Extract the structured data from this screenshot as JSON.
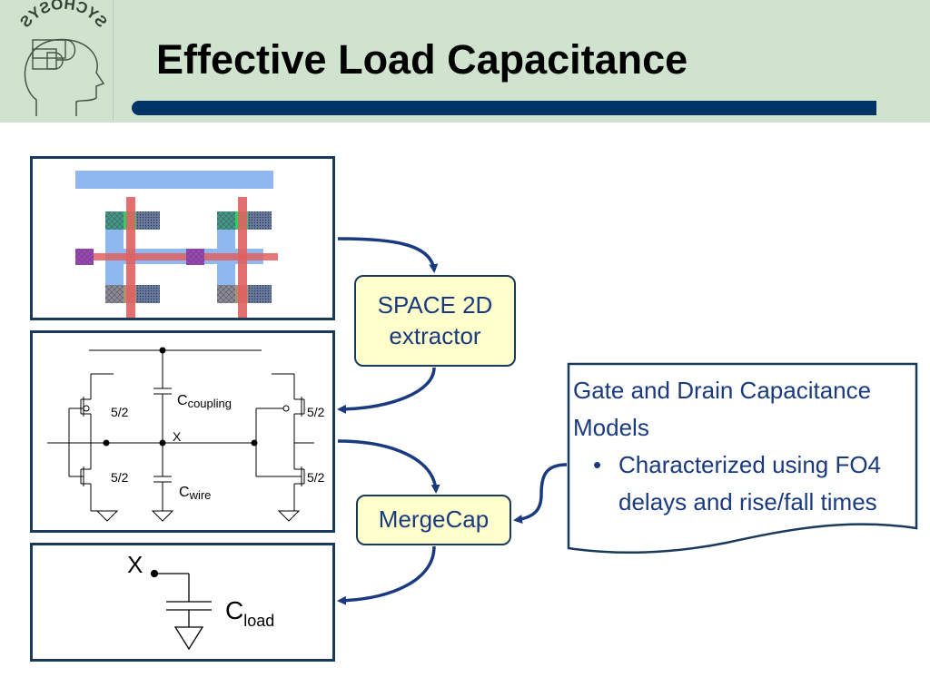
{
  "slide": {
    "title": "Effective Load Capacitance",
    "logo_text": "SYCHOSYS"
  },
  "colors": {
    "header_bg": "#cfe3cf",
    "title_bar": "#003366",
    "panel_border": "#1a3a5c",
    "tool_box_fill": "#ffffcc",
    "arrow": "#1a3a80",
    "metal": "#8fb8f0",
    "poly": "#e06060",
    "contact_green": "#33cc66",
    "via_purple": "#a040c0"
  },
  "schematic": {
    "transistor_ratio_top_left": "5/2",
    "transistor_ratio_bottom_left": "5/2",
    "transistor_ratio_top_right": "5/2",
    "transistor_ratio_bottom_right": "5/2",
    "c_coupling_main": "C",
    "c_coupling_sub": "coupling",
    "node_label": "X",
    "c_wire_main": "C",
    "c_wire_sub": "wire"
  },
  "load": {
    "node_label": "X",
    "c_load_main": "C",
    "c_load_sub": "load"
  },
  "tools": {
    "space_line1": "SPACE 2D",
    "space_line2": "extractor",
    "mergecap": "MergeCap"
  },
  "note": {
    "line1": "Gate and Drain Capacitance",
    "line2": "Models",
    "bullet_line1": "Characterized using FO4",
    "bullet_line2": "delays and rise/fall times"
  }
}
